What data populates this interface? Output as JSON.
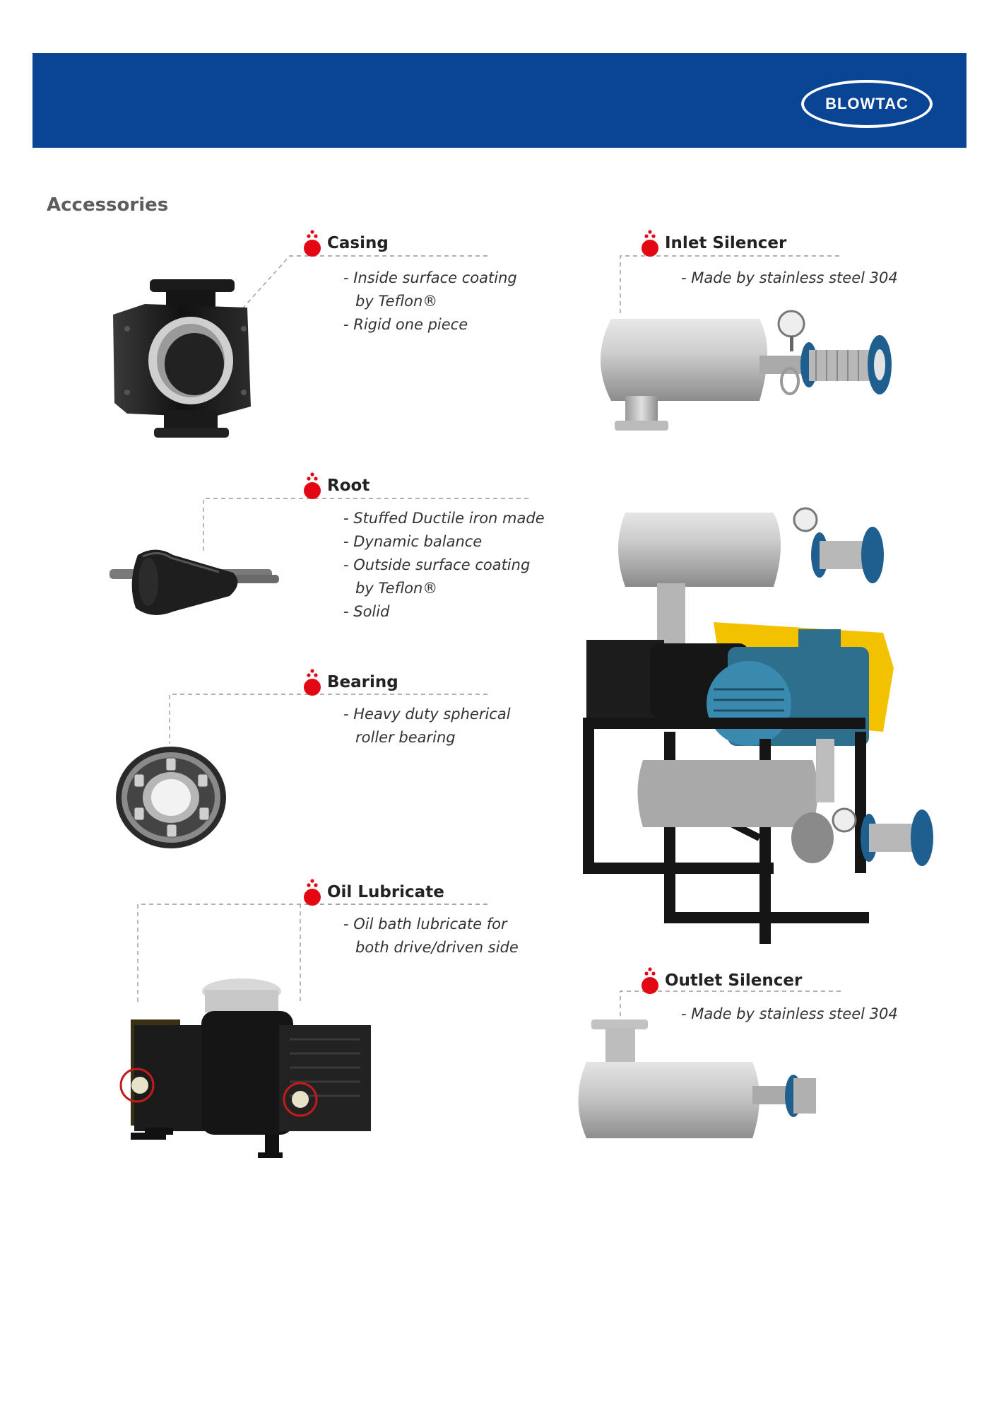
{
  "brand": "BLOWTAC",
  "section_title": "Accessories",
  "colors": {
    "header": "#0a4595",
    "marker": "#e30613",
    "guide": "#999999"
  },
  "items": [
    {
      "name": "casing",
      "title": "Casing",
      "bullets": [
        "- Inside surface coating",
        "by Teflon®",
        "- Rigid one piece"
      ]
    },
    {
      "name": "inlet-silencer",
      "title": "Inlet Silencer",
      "bullets": [
        "- Made by stainless steel 304"
      ]
    },
    {
      "name": "root",
      "title": "Root",
      "bullets": [
        "- Stuffed Ductile iron made",
        "- Dynamic balance",
        "- Outside surface coating",
        "by Teflon®",
        "- Solid"
      ]
    },
    {
      "name": "bearing",
      "title": "Bearing",
      "bullets": [
        "- Heavy duty spherical",
        "roller bearing"
      ]
    },
    {
      "name": "oil-lubricate",
      "title": "Oil Lubricate",
      "bullets": [
        "- Oil bath lubricate for",
        "both drive/driven side"
      ]
    },
    {
      "name": "outlet-silencer",
      "title": "Outlet Silencer",
      "bullets": [
        "- Made by stainless steel 304"
      ]
    }
  ]
}
